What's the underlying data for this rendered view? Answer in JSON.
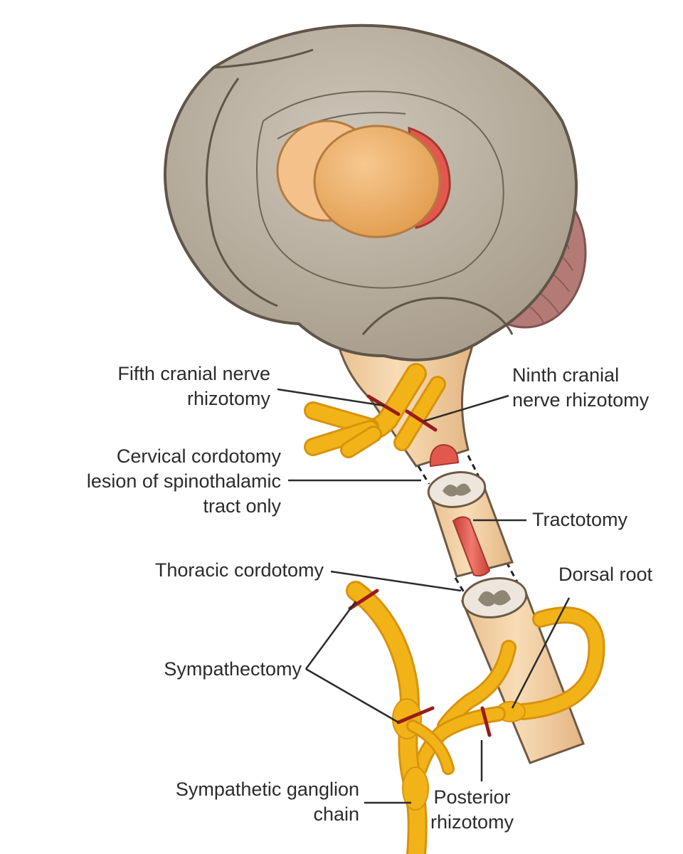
{
  "labels": {
    "fifth_cranial": [
      "Fifth cranial nerve",
      "rhizotomy"
    ],
    "ninth_cranial": [
      "Ninth cranial",
      "nerve rhizotomy"
    ],
    "cervical_cordotomy": [
      "Cervical cordotomy",
      "lesion of spinothalamic",
      "tract only"
    ],
    "tractotomy": [
      "Tractotomy"
    ],
    "thoracic_cordotomy": [
      "Thoracic cordotomy"
    ],
    "dorsal_root": [
      "Dorsal root"
    ],
    "sympathectomy": [
      "Sympathectomy"
    ],
    "sympathetic_chain": [
      "Sympathetic ganglion",
      "chain"
    ],
    "posterior_rhizotomy": [
      "Posterior",
      "rhizotomy"
    ]
  },
  "colors": {
    "brain": "#b8ae9f",
    "brain_dark": "#8f8575",
    "thalamus": "#e9a85c",
    "cord": "#f3d2a6",
    "nerve": "#f2b318",
    "lesion_mark": "#9b1b1b",
    "red_region": "#e2584e",
    "cerebellum": "#b47b76",
    "leader_line": "#2b2b2b"
  }
}
